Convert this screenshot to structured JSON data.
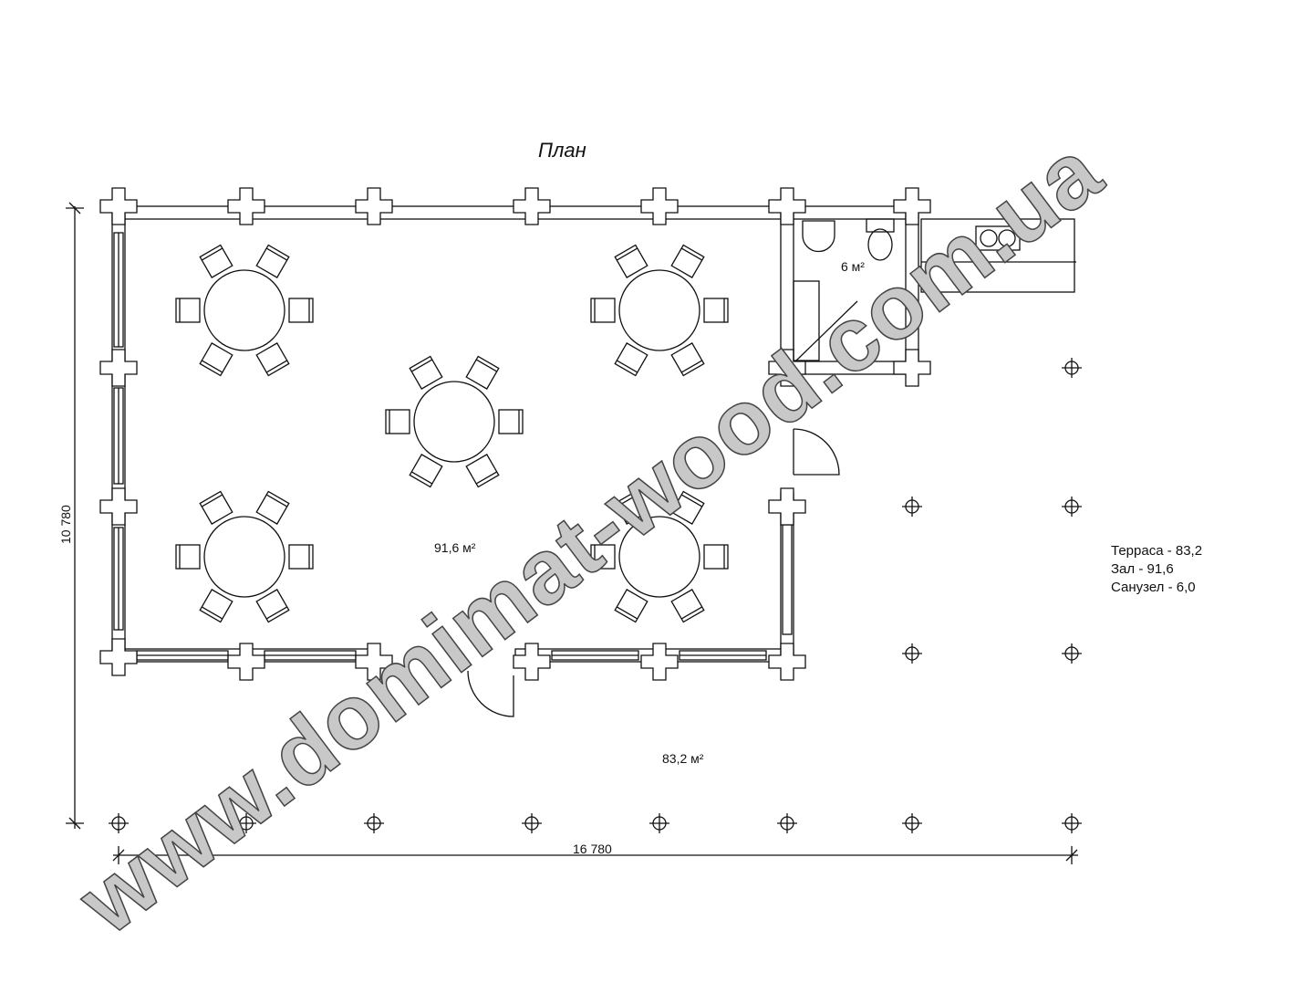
{
  "title": "План",
  "areas": {
    "hall": "91,6 м²",
    "bathroom": "6 м²",
    "terrace": "83,2 м²"
  },
  "dimensions": {
    "height": "10 780",
    "width": "16 780"
  },
  "legend": [
    "Терраса - 83,2",
    "Зал - 91,6",
    "Санузел - 6,0"
  ],
  "watermark": "www.domimat-wood.com.ua",
  "tables": 5,
  "chairs_per_table": 6
}
